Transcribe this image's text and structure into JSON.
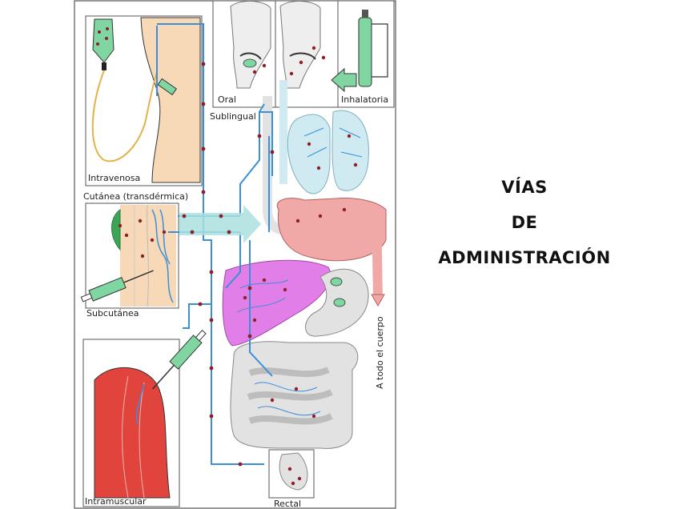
{
  "title": {
    "line1": "VÍAS",
    "line2": "DE",
    "line3": "ADMINISTRACIÓN"
  },
  "labels": {
    "intravenosa": "Intravenosa",
    "cutanea": "Cutánea (transdérmica)",
    "subcutanea": "Subcutánea",
    "intramuscular": "Intramuscular",
    "oral": "Oral",
    "sublingual": "Sublingual",
    "inhalatoria": "Inhalatoria",
    "rectal": "Rectal",
    "todo_cuerpo": "A todo el cuerpo"
  },
  "colors": {
    "vessel": "#3b8fd9",
    "drug_particle": "#8b1f2a",
    "drug_solution": "#7fd6a0",
    "skin": "#f7d9b8",
    "muscle": "#e0443c",
    "liver": "#e27ee8",
    "lungs": "#cfeaf0",
    "heart": "#f0a9a6",
    "gut": "#e2e2e2",
    "flow_arrow": "#a9e0de"
  },
  "icons": [
    "iv-bag-icon",
    "syringe-icon",
    "oxygen-tank-icon",
    "skin-patch-icon"
  ]
}
